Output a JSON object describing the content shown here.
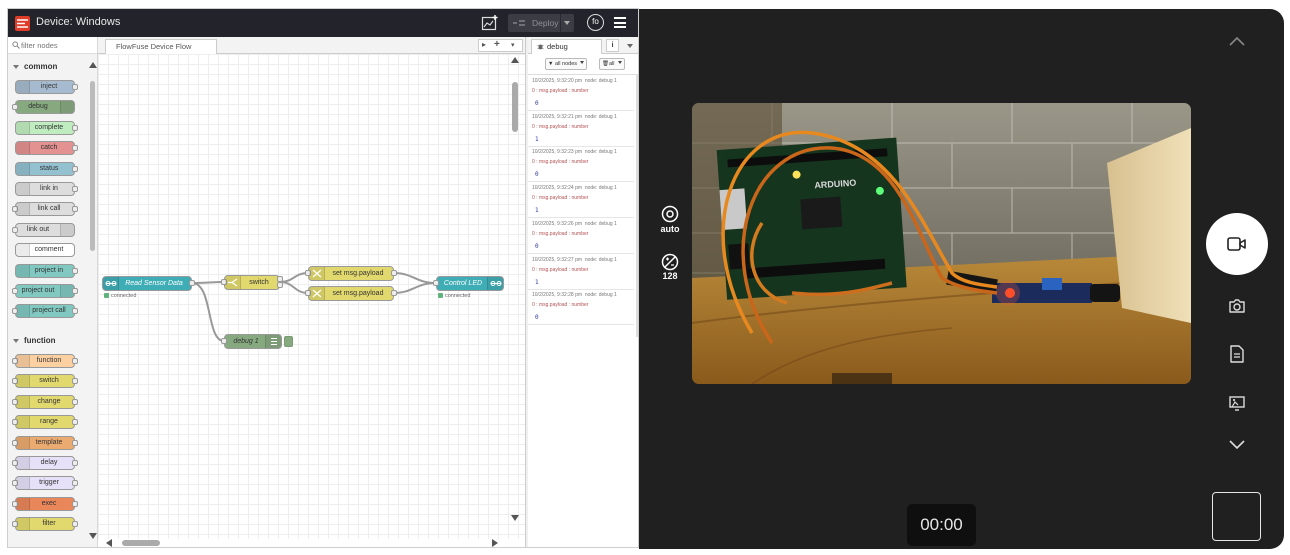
{
  "nodered": {
    "header": {
      "title": "Device: Windows",
      "deploy_label": "Deploy",
      "user_initials": "fo"
    },
    "palette": {
      "search_placeholder": "filter nodes",
      "categories": [
        {
          "name": "common",
          "nodes": [
            {
              "label": "inject",
              "color": "#a6bbcf"
            },
            {
              "label": "debug",
              "color": "#87a980"
            },
            {
              "label": "complete",
              "color": "#c0edc0"
            },
            {
              "label": "catch",
              "color": "#e49191"
            },
            {
              "label": "status",
              "color": "#94c1d0"
            },
            {
              "label": "link in",
              "color": "#dddddd"
            },
            {
              "label": "link call",
              "color": "#dddddd"
            },
            {
              "label": "link out",
              "color": "#dddddd"
            },
            {
              "label": "comment",
              "color": "#ffffff"
            },
            {
              "label": "project in",
              "color": "#80c8c0"
            },
            {
              "label": "project out",
              "color": "#80c8c0"
            },
            {
              "label": "project call",
              "color": "#80c8c0"
            }
          ]
        },
        {
          "name": "function",
          "nodes": [
            {
              "label": "function",
              "color": "#fdd0a2"
            },
            {
              "label": "switch",
              "color": "#e2d96e"
            },
            {
              "label": "change",
              "color": "#e2d96e"
            },
            {
              "label": "range",
              "color": "#e2d96e"
            },
            {
              "label": "template",
              "color": "#ebaa6f"
            },
            {
              "label": "delay",
              "color": "#e6e0f8"
            },
            {
              "label": "trigger",
              "color": "#e6e0f8"
            },
            {
              "label": "exec",
              "color": "#e9865a"
            },
            {
              "label": "filter",
              "color": "#e2d96e"
            }
          ]
        }
      ]
    },
    "workspace": {
      "tab_label": "FlowFuse Device Flow",
      "nodes": {
        "read_sensor": "Read Sensor Data",
        "switch": "switch",
        "set1": "set msg.payload",
        "set2": "set msg.payload",
        "control_led": "Control LED",
        "debug1": "debug 1"
      },
      "status_connected": "connected"
    },
    "sidebar": {
      "tab_label": "debug",
      "info_label": "i",
      "filter_nodes": "all nodes",
      "clear_label": "all",
      "messages": [
        {
          "time": "10/2/2025, 9:32:20 pm",
          "node": "node: debug 1",
          "topic": "0 : msg.payload : number",
          "value": "0"
        },
        {
          "time": "10/2/2025, 9:32:21 pm",
          "node": "node: debug 1",
          "topic": "0 : msg.payload : number",
          "value": "1"
        },
        {
          "time": "10/2/2025, 9:32:23 pm",
          "node": "node: debug 1",
          "topic": "0 : msg.payload : number",
          "value": "0"
        },
        {
          "time": "10/2/2025, 9:32:24 pm",
          "node": "node: debug 1",
          "topic": "0 : msg.payload : number",
          "value": "1"
        },
        {
          "time": "10/2/2025, 9:32:26 pm",
          "node": "node: debug 1",
          "topic": "0 : msg.payload : number",
          "value": "0"
        },
        {
          "time": "10/2/2025, 9:32:27 pm",
          "node": "node: debug 1",
          "topic": "0 : msg.payload : number",
          "value": "1"
        },
        {
          "time": "10/2/2025, 9:32:28 pm",
          "node": "node: debug 1",
          "topic": "0 : msg.payload : number",
          "value": "0"
        }
      ]
    }
  },
  "camera": {
    "flash_label": "auto",
    "resolution_label": "128",
    "timer": "00:00"
  },
  "colors": {
    "header_bg": "#23242b",
    "camera_bg": "#202020",
    "link_node": "#3fadb5",
    "switch_node": "#e2d96e",
    "debug_node": "#87a980"
  }
}
